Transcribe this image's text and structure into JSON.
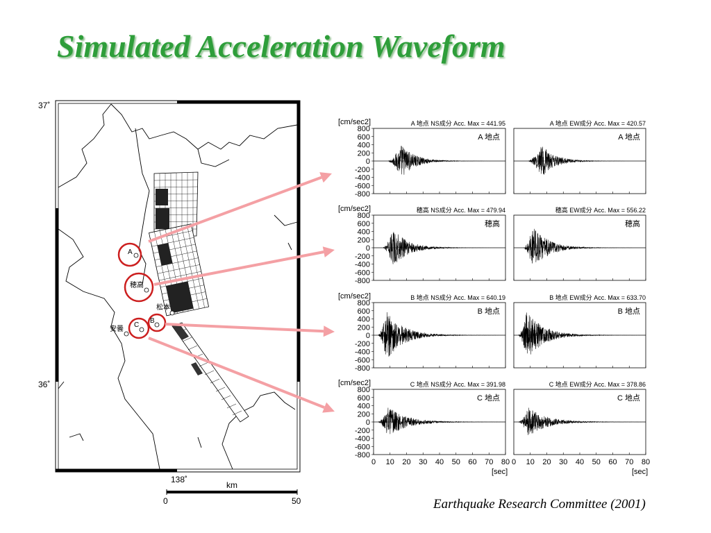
{
  "slide": {
    "title": "Simulated Acceleration Waveform",
    "citation": "Earthquake Research Committee (2001)"
  },
  "map": {
    "lat_top": "37˚",
    "lat_bottom": "36˚",
    "lon": "138˚",
    "scale_unit": "km",
    "scale_start": "0",
    "scale_end": "50",
    "site_a": "A",
    "site_hotaka": "穂高",
    "site_b": "B",
    "site_c": "C",
    "city_matsumoto": "松本",
    "city_azumino": "安曇"
  },
  "colors": {
    "title": "#2e9e3a",
    "arrow": "#f4a0a4",
    "site_circle": "#cc1f1f"
  },
  "chart_data": {
    "type": "line",
    "y_unit": "[cm/sec2]",
    "x_unit": "[sec]",
    "xlim": [
      0,
      80
    ],
    "ylim": [
      -800,
      800
    ],
    "x_ticks": [
      "0",
      "10",
      "20",
      "30",
      "40",
      "50",
      "60",
      "70",
      "80"
    ],
    "y_ticks": [
      "800",
      "600",
      "400",
      "200",
      "0",
      "-200",
      "-400",
      "-600",
      "-800"
    ],
    "rows": [
      {
        "site": "A 地点",
        "ns_title": "A 地点 NS成分 Acc. Max =  441.95",
        "ew_title": "A 地点 EW成分 Acc. Max =  420.57",
        "ns_max": 441.95,
        "ew_max": 420.57
      },
      {
        "site": "穂高",
        "ns_title": "穂高 NS成分 Acc. Max =  479.94",
        "ew_title": "穂高 EW成分 Acc. Max =  556.22",
        "ns_max": 479.94,
        "ew_max": 556.22
      },
      {
        "site": "B 地点",
        "ns_title": "B 地点 NS成分 Acc. Max =  640.19",
        "ew_title": "B 地点 EW成分 Acc. Max =  633.70",
        "ns_max": 640.19,
        "ew_max": 633.7
      },
      {
        "site": "C 地点",
        "ns_title": "C 地点 NS成分 Acc. Max =  391.98",
        "ew_title": "C 地点 EW成分 Acc. Max =  378.86",
        "ns_max": 391.98,
        "ew_max": 378.86
      }
    ]
  }
}
